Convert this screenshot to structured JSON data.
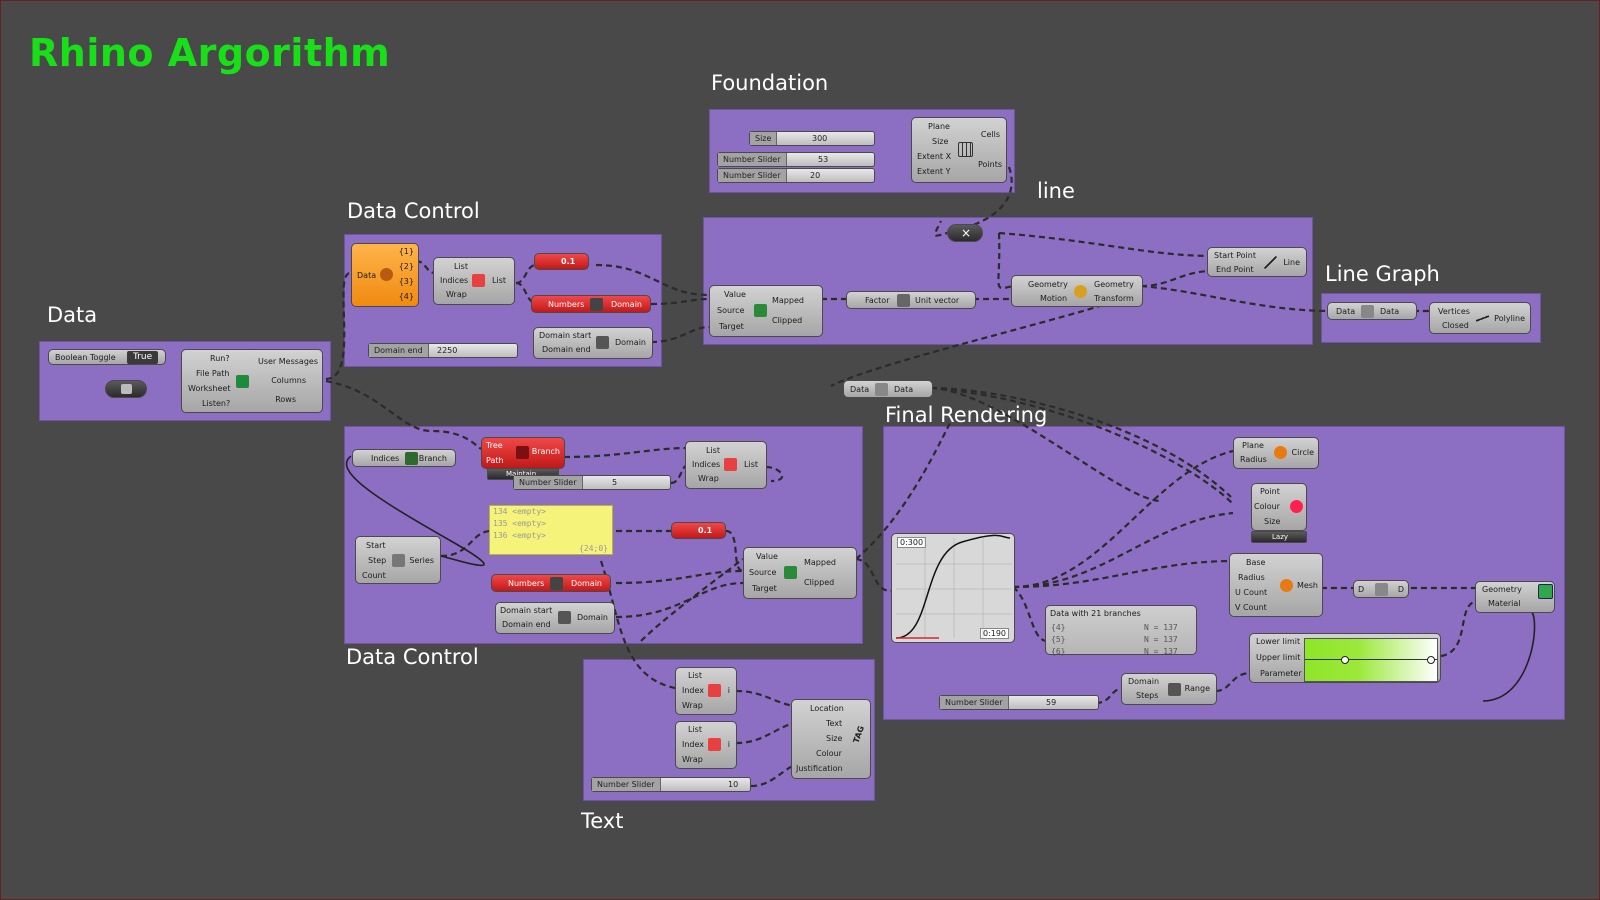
{
  "title": "Rhino Argorithm",
  "groups": {
    "foundation": "Foundation",
    "line": "line",
    "data_control_top": "Data Control",
    "line_graph": "Line Graph",
    "data": "Data",
    "final_rendering": "Final Rendering",
    "data_control_bottom": "Data Control",
    "text": "Text"
  },
  "foundation": {
    "size_label": "Size",
    "size_value": "300",
    "slider1_label": "Number Slider",
    "slider1_value": "53",
    "slider2_label": "Number Slider",
    "slider2_value": "20",
    "grid_inputs": [
      "Plane",
      "Size",
      "Extent X",
      "Extent Y"
    ],
    "grid_outputs": [
      "Cells",
      "Points"
    ]
  },
  "line": {
    "sub_op": "×",
    "remap_inputs": [
      "Value",
      "Source",
      "Target"
    ],
    "remap_outputs": [
      "Mapped",
      "Clipped"
    ],
    "unit_in": "Factor",
    "unit_out": "Unit vector",
    "move_inputs": [
      "Geometry",
      "Motion"
    ],
    "move_outputs": [
      "Geometry",
      "Transform"
    ],
    "line_inputs": [
      "Start Point",
      "End Point"
    ],
    "line_out": "Line"
  },
  "line_graph": {
    "data_in": "Data",
    "data_out": "Data",
    "poly_inputs": [
      "Vertices",
      "Closed"
    ],
    "poly_out": "Polyline"
  },
  "data_control_top": {
    "explode_in": "Data",
    "explode_outs": [
      "{1}",
      "{2}",
      "{3}",
      "{4}"
    ],
    "list_inputs": [
      "List",
      "Indices",
      "Wrap"
    ],
    "list_out": "List",
    "num_01": "0.1",
    "bounds_in": "Numbers",
    "bounds_out": "Domain",
    "domain_end_label": "Domain end",
    "domain_end_value": "2250",
    "dom_inputs": [
      "Domain start",
      "Domain end"
    ],
    "dom_out": "Domain"
  },
  "data": {
    "toggle_label": "Boolean Toggle",
    "toggle_value": "True",
    "excel_inputs": [
      "Run?",
      "File Path",
      "Worksheet",
      "Listen?"
    ],
    "excel_outputs": [
      "User Messages",
      "Columns",
      "Rows"
    ]
  },
  "relay": {
    "in": "Data",
    "out": "Data"
  },
  "data_control_bottom": {
    "branch_in": "Indices",
    "branch_out": "Branch",
    "tree_inputs": [
      "Tree",
      "Path"
    ],
    "tree_out": "Branch",
    "tree_footer": "Maintain",
    "slider_label": "Number Slider",
    "slider_value": "5",
    "list_inputs": [
      "List",
      "Indices",
      "Wrap"
    ],
    "list_out": "List",
    "panel_rows": [
      "134 <empty>",
      "135 <empty>",
      "136 <empty>"
    ],
    "panel_footer": "{24;0}",
    "num_01": "0.1",
    "series_inputs": [
      "Start",
      "Step",
      "Count"
    ],
    "series_out": "Series",
    "bounds_in": "Numbers",
    "bounds_out": "Domain",
    "dom_inputs": [
      "Domain start",
      "Domain end"
    ],
    "dom_out": "Domain",
    "remap_inputs": [
      "Value",
      "Source",
      "Target"
    ],
    "remap_outputs": [
      "Mapped",
      "Clipped"
    ]
  },
  "final_rendering": {
    "graph_top": "0:300",
    "graph_bottom": "0:190",
    "panel_title": "Data with 21 branches",
    "panel_rows": [
      [
        "{4}",
        "N = 137"
      ],
      [
        "{5}",
        "N = 137"
      ],
      [
        "{6}",
        "N = 137"
      ]
    ],
    "circle_inputs": [
      "Plane",
      "Radius"
    ],
    "circle_out": "Circle",
    "point_inputs": [
      "Point",
      "Colour",
      "Size"
    ],
    "point_footer": "Lazy",
    "mesh_inputs": [
      "Base",
      "Radius",
      "U Count",
      "V Count"
    ],
    "mesh_out": "Mesh",
    "relay_in": "D",
    "relay_out": "D",
    "preview_inputs": [
      "Geometry",
      "Material"
    ],
    "gradient_inputs": [
      "Lower limit",
      "Upper limit",
      "Parameter"
    ],
    "range_inputs": [
      "Domain",
      "Steps"
    ],
    "range_out": "Range",
    "slider_label": "Number Slider",
    "slider_value": "59"
  },
  "text": {
    "list1_inputs": [
      "List",
      "Index",
      "Wrap"
    ],
    "list1_out": "i",
    "list2_inputs": [
      "List",
      "Index",
      "Wrap"
    ],
    "list2_out": "i",
    "tag_inputs": [
      "Location",
      "Text",
      "Size",
      "Colour",
      "Justification"
    ],
    "tag_out": "TAG",
    "slider_label": "Number Slider",
    "slider_value": "10"
  },
  "colors": {
    "title": "#18e018",
    "canvas": "#494949",
    "group": "#8c6fc2",
    "component": "#c0c0c0",
    "error_component": "#d62828",
    "orange_component": "#f5a030",
    "panel": "#f6f37a",
    "gradient": "#8fe628"
  }
}
